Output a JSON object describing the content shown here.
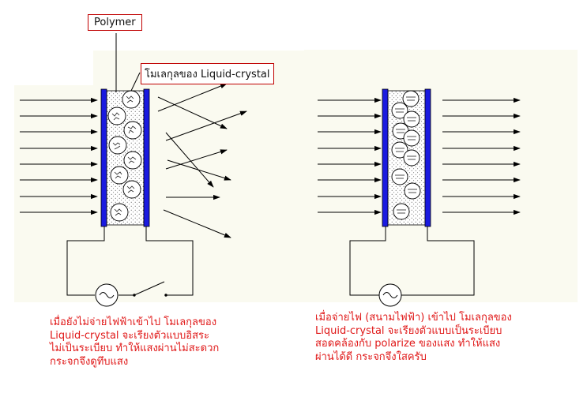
{
  "labels": {
    "polymer": "Polymer",
    "lc_molecule": "โมเลกุลของ Liquid-crystal"
  },
  "captions": {
    "left": [
      "เมื่อยังไม่จ่ายไฟฟ้าเข้าไป โมเลกุลของ",
      "Liquid-crystal จะเรียงตัวแบบอิสระ",
      "ไม่เป็นระเบียบ ทำให้แสงผ่านไม่สะดวก",
      "กระจกจึงดูทึบแสง"
    ],
    "right": [
      "เมื่อจ่ายไฟ (สนามไฟฟ้า) เข้าไป โมเลกุลของ",
      "Liquid-crystal จะเรียงตัวแบบเป็นระเบียบ",
      "สอดคล้องกับ polarize ของแสง ทำให้แสง",
      "ผ่านได้ดี กระจกจึงใสครับ"
    ]
  },
  "colors": {
    "electrode": "#1a1ae0",
    "caption": "#e01818",
    "label_border": "#c00000",
    "panel_bg": "#fafaf0"
  },
  "icons": {
    "ac_source": "ac-source-symbol",
    "switch": "switch-symbol"
  }
}
